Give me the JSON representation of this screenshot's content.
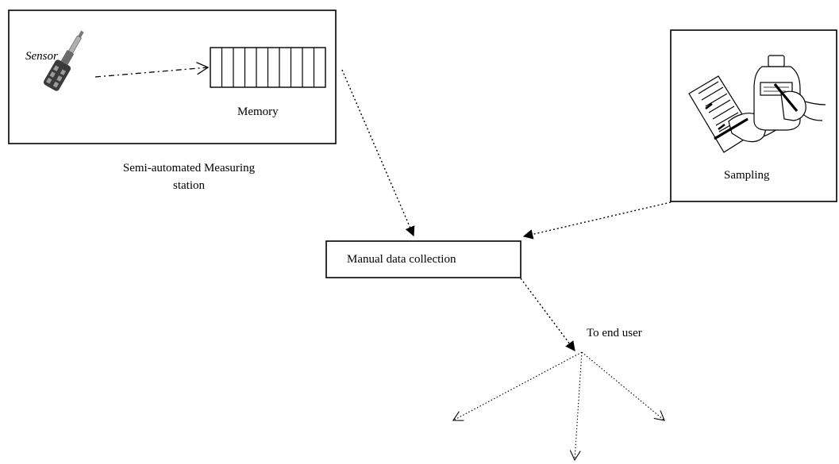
{
  "station": {
    "sensor_label": "Sensor",
    "memory_label": "Memory",
    "caption_line1": "Semi-automated Measuring",
    "caption_line2": "station"
  },
  "sampling": {
    "label": "Sampling"
  },
  "collection": {
    "label": "Manual data collection"
  },
  "output": {
    "label": "To end user"
  },
  "icons": {
    "sensor": "sensor-probe-icon",
    "memory": "memory-cells-icon",
    "sampling": "hand-writing-clipboard-and-bottle-icon"
  },
  "memory_cells": 10
}
